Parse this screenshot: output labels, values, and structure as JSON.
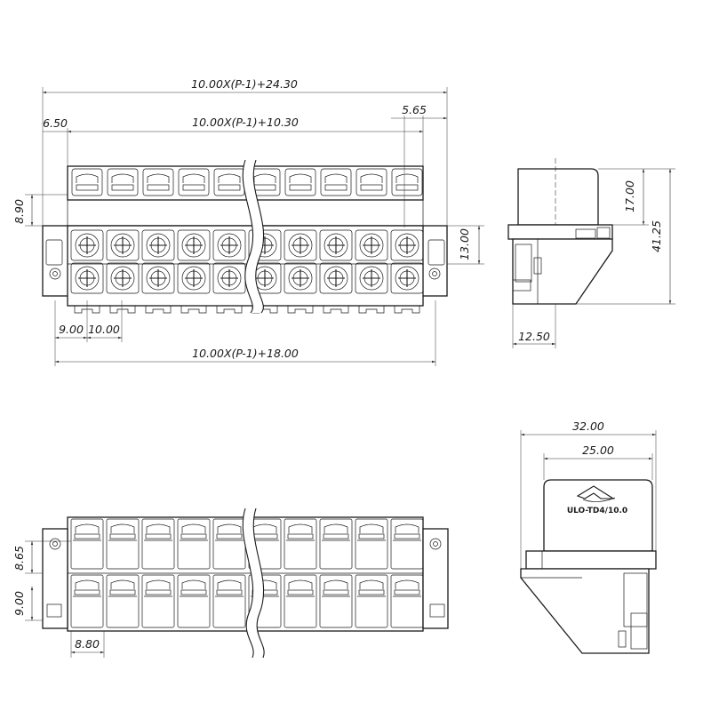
{
  "dims": {
    "top_overall": "10.00X(P-1)+24.30",
    "top_inner": "10.00X(P-1)+10.30",
    "top_left_offset": "6.50",
    "top_right_offset": "5.65",
    "left_height": "8.90",
    "right_height": "13.00",
    "pitch_first": "9.00",
    "pitch": "10.00",
    "bottom_overall": "10.00X(P-1)+18.00",
    "side_top_height": "17.00",
    "side_total_height": "41.25",
    "side_width": "12.50",
    "front_row_a": "8.65",
    "front_row_b": "9.00",
    "front_pitch": "8.80",
    "end_overall": "32.00",
    "end_inner": "25.00"
  },
  "logo": {
    "text": "ULO-TD4/10.0"
  },
  "pole_count": 10
}
